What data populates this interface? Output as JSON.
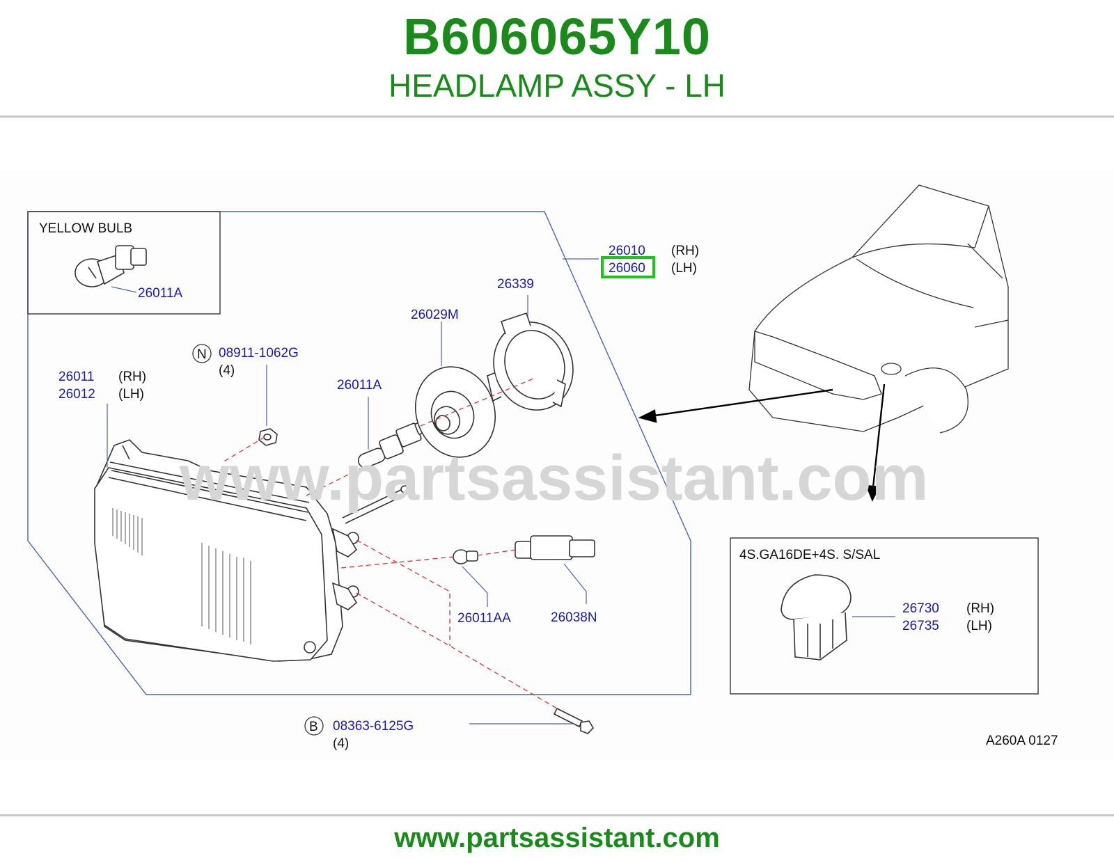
{
  "header": {
    "part_number": "B606065Y10",
    "part_title": "HEADLAMP ASSY - LH"
  },
  "footer": {
    "url": "www.partsassistant.com"
  },
  "watermark": "www.partsassistant.com",
  "colors": {
    "brand_green": "#1a8a1a",
    "part_link_blue": "#1a1aa8",
    "highlight_green": "#19c619"
  },
  "diagram": {
    "yellow_bulb_box": {
      "title": "YELLOW   BULB",
      "part": "26011A"
    },
    "assembly": {
      "rh_part": "26010",
      "rh_side": "(RH)",
      "lh_part": "26060",
      "lh_side": "(LH)",
      "highlighted": "26060"
    },
    "parts": {
      "housing_rh": "26011",
      "housing_rh_side": "(RH)",
      "housing_lh": "26012",
      "housing_lh_side": "(LH)",
      "nut_code": "N",
      "nut_part": "08911-1062G",
      "nut_qty": "(4)",
      "bulb": "26011A",
      "seal": "26029M",
      "retainer": "26339",
      "side_bulb": "26011AA",
      "socket": "26038N",
      "bolt_code": "B",
      "bolt_part": "08363-6125G",
      "bolt_qty": "(4)"
    },
    "variant_box": {
      "title": "4S.GA16DE+4S.   S/SAL",
      "rh_part": "26730",
      "rh_side": "(RH)",
      "lh_part": "26735",
      "lh_side": "(LH)"
    },
    "figure_code": "A260A   0127"
  }
}
